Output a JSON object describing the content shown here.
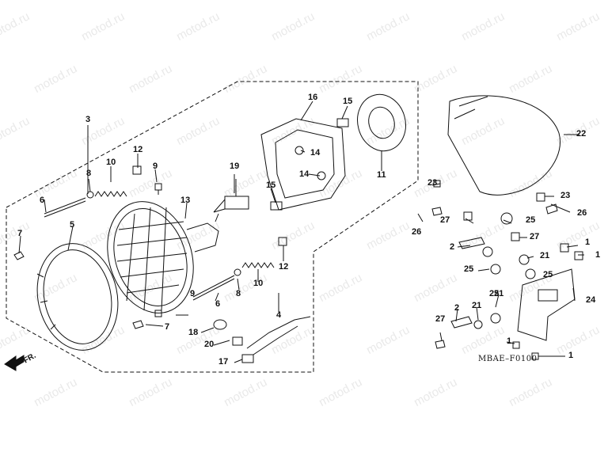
{
  "watermark": {
    "text": "motod.ru"
  },
  "diagram": {
    "drawing_code": "MBAE–F0100",
    "direction_label": "FR.",
    "callouts": {
      "n1a": "1",
      "n1b": "1",
      "n1c": "1",
      "n1d": "1",
      "n2a": "2",
      "n2b": "2",
      "n3": "3",
      "n4": "4",
      "n5": "5",
      "n6a": "6",
      "n6b": "6",
      "n7a": "7",
      "n7b": "7",
      "n8a": "8",
      "n8b": "8",
      "n9a": "9",
      "n9b": "9",
      "n10a": "10",
      "n10b": "10",
      "n11": "11",
      "n12a": "12",
      "n12b": "12",
      "n13": "13",
      "n14a": "14",
      "n14b": "14",
      "n15a": "15",
      "n15b": "15",
      "n16": "16",
      "n17": "17",
      "n18": "18",
      "n19": "19",
      "n20": "20",
      "n21a": "21",
      "n21b": "21",
      "n21c": "21",
      "n22": "22",
      "n23a": "23",
      "n23b": "23",
      "n24": "24",
      "n25a": "25",
      "n25b": "25",
      "n25c": "25",
      "n25d": "25",
      "n26a": "26",
      "n26b": "26",
      "n27a": "27",
      "n27b": "27",
      "n27c": "27"
    }
  }
}
